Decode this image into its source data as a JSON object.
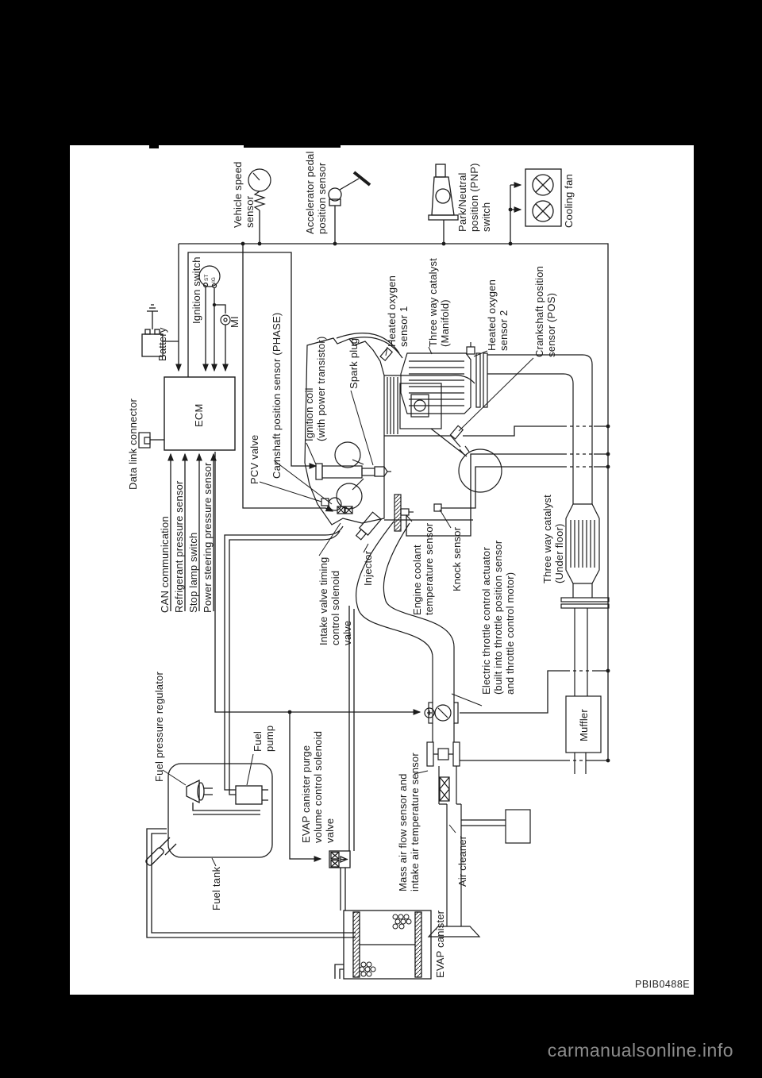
{
  "figure_code": "PBIB0488E",
  "watermark": "carmanualsonline.info",
  "colors": {
    "paper": "#ffffff",
    "background": "#000000",
    "line": "#1b1b1b",
    "watermark": "#8c8c8c"
  },
  "labels": {
    "vehicle_speed": "Vehicle speed\nsensor",
    "accelerator_pedal": "Accelerator pedal\nposition sensor",
    "pnp_switch": "Park/Neutral\nposition (PNP)\nswitch",
    "cooling_fan": "Cooling fan",
    "ignition_switch": "Ignition switch",
    "battery": "Battery",
    "mi": "MI",
    "ecm": "ECM",
    "data_link_connector": "Data link connector",
    "can_communication": "CAN communication",
    "refrigerant_pressure": "Refrigerant pressure sensor",
    "stop_lamp_switch": "Stop lamp switch",
    "power_steering_pressure": "Power steering pressure sensor",
    "pcv_valve": "PCV valve",
    "camshaft_sensor": "Camshaft position sensor (PHASE)",
    "ignition_coil": "Ignition coil\n(with power transistor)",
    "spark_plug": "Spark plug",
    "ho2s1": "Heated oxygen\nsensor 1",
    "twc_manifold": "Three way catalyst\n(Manifold)",
    "ho2s2": "Heated oxygen\nsensor 2",
    "crankshaft_sensor": "Crankshaft position\nsensor (POS)",
    "intake_valve_timing": "Intake valve timing\ncontrol solenoid\nvalve",
    "injector": "Injector",
    "engine_coolant_temp": "Engine coolant\ntemperature sensor",
    "knock_sensor": "Knock sensor",
    "electric_throttle": "Electric throttle control actuator\n(built into throttle position sensor\nand throttle control motor)",
    "twc_underfloor": "Three way catalyst\n(Under floor)",
    "muffler": "Muffler",
    "fuel_pressure_regulator": "Fuel pressure regulator",
    "fuel_pump": "Fuel\npump",
    "fuel_tank": "Fuel tank",
    "evap_purge_valve": "EVAP canister purge\nvolume control solenoid\nvalve",
    "mass_air_flow": "Mass air flow sensor and\nintake air temperature sensor",
    "air_cleaner": "Air cleaner",
    "evap_canister": "EVAP canister",
    "ignition_st": "ST",
    "ignition_ig": "IG"
  },
  "icons": {
    "vehicle-speed-sensor-icon": "gauge-with-coil",
    "accelerator-pedal-icon": "pedal",
    "pnp-switch-icon": "sensor-plug",
    "cooling-fan-icon": "twin-fans",
    "ignition-switch-icon": "key-switch-circle",
    "battery-icon": "battery-cell",
    "ground-icon": "earth-ground",
    "mi-lamp-icon": "indicator-lamp",
    "data-link-connector-icon": "connector-block",
    "engine-icon": "engine-cross-section",
    "catalyst-icon": "finned-converter",
    "muffler-icon": "box-silencer",
    "fuel-tank-icon": "rounded-tank",
    "evap-canister-icon": "hatched-canister",
    "purge-valve-icon": "solenoid-valve",
    "throttle-body-icon": "butterfly-valve",
    "maf-sensor-icon": "flanged-sensor",
    "air-cleaner-icon": "intake-funnel"
  }
}
